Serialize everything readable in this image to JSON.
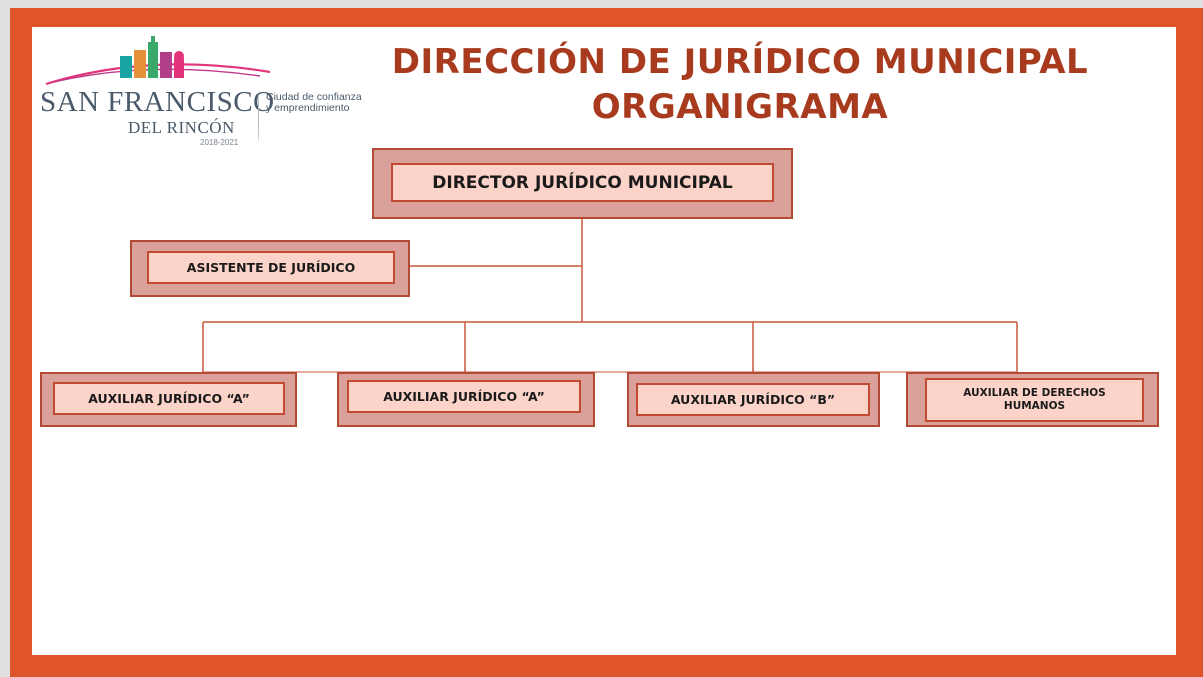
{
  "logo": {
    "name": "SAN FRANCISCO",
    "sub": "DEL RINCÓN",
    "years": "2018-2021",
    "slogan_line1": "Ciudad de confianza",
    "slogan_line2": "y emprendimiento"
  },
  "title": {
    "line1": "DIRECCIÓN DE JURÍDICO MUNICIPAL",
    "line2": "ORGANIGRAMA"
  },
  "org": {
    "director": "DIRECTOR JURÍDICO MUNICIPAL",
    "asistente": "ASISTENTE DE JURÍDICO",
    "auxiliares": [
      "AUXILIAR JURÍDICO “A”",
      "AUXILIAR JURÍDICO “A”",
      "AUXILIAR JURÍDICO “B”",
      "AUXILIAR DE DERECHOS HUMANOS"
    ]
  },
  "colors": {
    "frame": "#e0542a",
    "title": "#a83a1e",
    "box_outer": "#d9a19a",
    "box_inner": "#fbd3c8",
    "connector": "#c9573c"
  }
}
